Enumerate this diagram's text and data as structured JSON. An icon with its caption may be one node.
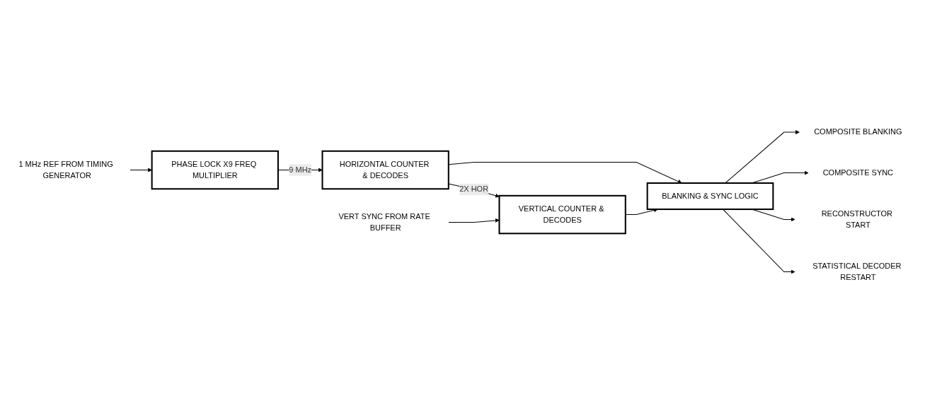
{
  "diagram": {
    "nodes": [
      {
        "text": [
          "1 MHz REF FROM TIMING GENERATOR"
        ]
      },
      {
        "text": [
          "PHASE LOCK X9 FREQ MULTIPLIER"
        ]
      },
      {
        "text": [
          "HORIZONTAL COUNTER & DECODES"
        ]
      },
      {
        "text": [
          "VERT SYNC FROM RATE BUFFER"
        ]
      },
      {
        "text": [
          "VERTICAL COUNTER & DECODES"
        ]
      },
      {
        "text": [
          "BLANKING & SYNC LOGIC"
        ]
      },
      {
        "text": [
          "COMPOSITE BLANKING"
        ]
      },
      {
        "text": [
          "COMPOSITE SYNC"
        ]
      },
      {
        "text": [
          "RECONSTRUCTOR START"
        ]
      },
      {
        "text": [
          "STATISTICAL DECODER RESTART"
        ]
      }
    ],
    "edges": [
      {
        "from": 0,
        "to": 1,
        "arrow": "to"
      },
      {
        "from": 1,
        "to": 2,
        "arrow": "to",
        "label": "9 MHz"
      },
      {
        "from": 2,
        "to": 4,
        "arrow": "to",
        "label": "2X HOR"
      },
      {
        "from": 3,
        "to": 4,
        "arrow": "to"
      },
      {
        "from": 2,
        "to": 5,
        "arrow": "to"
      },
      {
        "from": 4,
        "to": 5,
        "arrow": "to"
      },
      {
        "from": 5,
        "to": 6,
        "arrow": "to"
      },
      {
        "from": 5,
        "to": 7,
        "arrow": "to"
      },
      {
        "from": 5,
        "to": 8,
        "arrow": "to"
      },
      {
        "from": 5,
        "to": 9,
        "arrow": "to"
      }
    ]
  }
}
